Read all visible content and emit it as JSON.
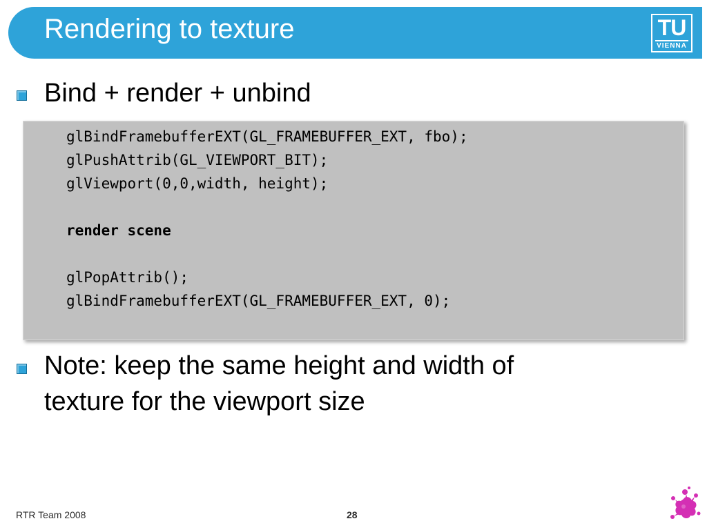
{
  "slide": {
    "title": "Rendering to texture",
    "logo": {
      "main": "TU",
      "sub": "VIENNA"
    },
    "bullets": [
      {
        "lines": [
          "Bind + render + unbind"
        ]
      },
      {
        "lines": [
          "Note: keep the same height and width of",
          "texture for the viewport size"
        ]
      }
    ],
    "code": [
      {
        "text": "glBindFramebufferEXT(GL_FRAMEBUFFER_EXT, fbo);",
        "bold": false
      },
      {
        "text": "glPushAttrib(GL_VIEWPORT_BIT);",
        "bold": false
      },
      {
        "text": "glViewport(0,0,width, height);",
        "bold": false
      },
      {
        "text": "render scene",
        "bold": true
      },
      {
        "text": "glPopAttrib();",
        "bold": false
      },
      {
        "text": "glBindFramebufferEXT(GL_FRAMEBUFFER_EXT, 0);",
        "bold": false
      }
    ],
    "footer": {
      "left": "RTR Team 2008",
      "page": "28"
    },
    "colors": {
      "accent": "#2ea3d9",
      "code_bg": "#c0c0c0",
      "splat": "#d42fb4"
    },
    "icons": {
      "bullet": "square-bullet-icon",
      "corner": "paint-splat-icon"
    }
  }
}
